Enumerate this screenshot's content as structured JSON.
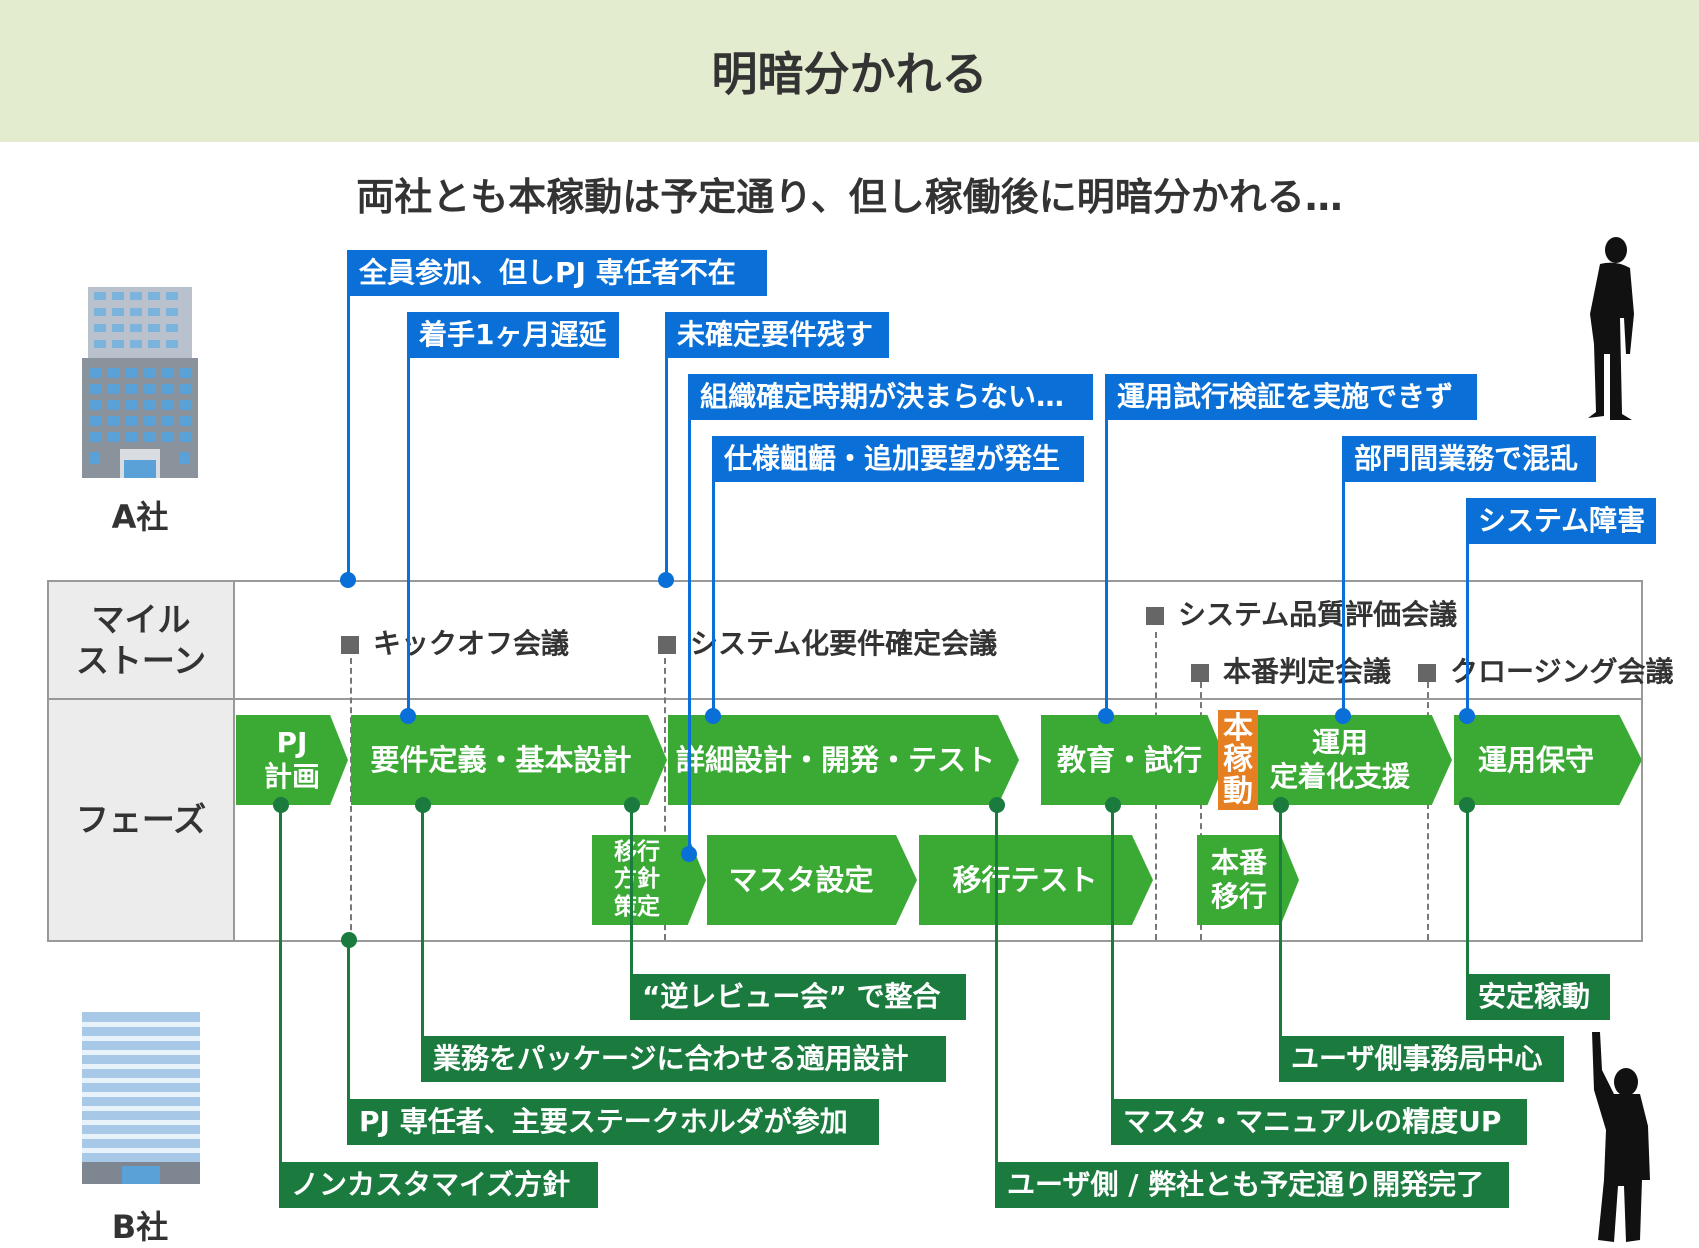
{
  "header": {
    "title": "明暗分かれる"
  },
  "subtitle": "両社とも本稼動は予定通り、但し稼働後に明暗分かれる…",
  "companies": {
    "a": "A社",
    "b": "B社"
  },
  "rows": {
    "milestone": "マイル\nストーン",
    "phase": "フェーズ"
  },
  "milestones": [
    "キックオフ会議",
    "システム化要件確定会議",
    "システム品質評価会議",
    "本番判定会議",
    "クロージング会議"
  ],
  "phases_main": [
    "PJ\n計画",
    "要件定義・基本設計",
    "詳細設計・開発・テスト",
    "教育・試行",
    "運用\n定着化支援",
    "運用保守"
  ],
  "go_live_badge": "本\n稼\n動",
  "phases_migration": [
    "移行\n方針\n策定",
    "マスタ設定",
    "移行テスト",
    "本番\n移行"
  ],
  "company_a_notes": [
    "全員参加、但しPJ 専任者不在",
    "着手1ヶ月遅延",
    "未確定要件残す",
    "組織確定時期が決まらない…",
    "仕様齟齬・追加要望が発生",
    "運用試行検証を実施できず",
    "部門間業務で混乱",
    "システム障害"
  ],
  "company_b_notes": [
    "“逆レビュー会” で整合",
    "業務をパッケージに合わせる適用設計",
    "PJ 専任者、主要ステークホルダが参加",
    "ノンカスタマイズ方針",
    "安定稼動",
    "ユーザ側事務局中心",
    "マスタ・マニュアルの精度UP",
    "ユーザ側 / 弊社とも予定通り開発完了"
  ],
  "colors": {
    "header_bg": "#e3ecce",
    "company_a": "#0a6fd6",
    "company_b": "#1b7a3e",
    "phase": "#3aaa35",
    "go_live": "#e67e22"
  }
}
